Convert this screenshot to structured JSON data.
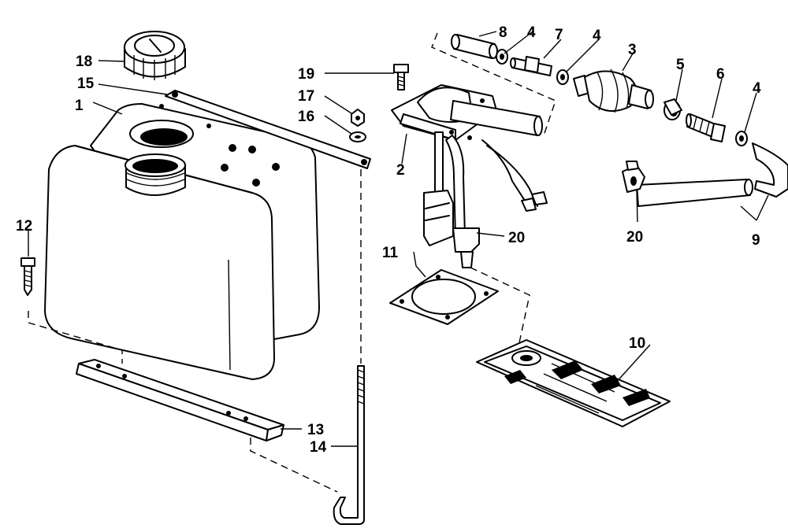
{
  "labels": {
    "tank": "1",
    "pickup_assembly": "2",
    "primer_bulb": "3",
    "clamp_4a": "4",
    "clamp_4b": "4",
    "clamp_4c": "4",
    "clamp_5": "5",
    "connector_6": "6",
    "check_valve_7": "7",
    "sleeve_8": "8",
    "hose_9": "9",
    "filter_10": "10",
    "gasket_11": "11",
    "screw_12": "12",
    "bracket_13": "13",
    "rod_14": "14",
    "strap_15": "15",
    "washer_16": "16",
    "nut_17": "17",
    "cap_18": "18",
    "bolt_19": "19",
    "clamp_20a": "20",
    "clamp_20b": "20"
  }
}
